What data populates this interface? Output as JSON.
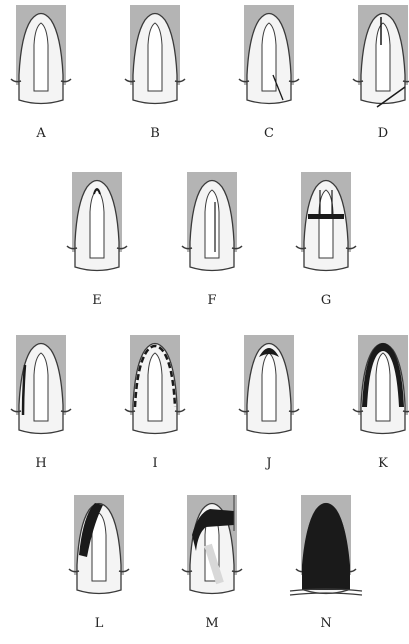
{
  "figure": {
    "colors": {
      "background": "#ffffff",
      "gray_fill": "#b4b4b4",
      "ink": "#1a1a1a",
      "outline": "#3a3a3a",
      "light_fill": "#f4f4f4",
      "mid_fill": "#d8d8d8"
    },
    "panels": [
      {
        "label": "A",
        "variant": "outline"
      },
      {
        "label": "B",
        "variant": "outline"
      },
      {
        "label": "C",
        "variant": "outline-crack"
      },
      {
        "label": "D",
        "variant": "outline-diagonal"
      },
      {
        "label": "E",
        "variant": "outline-tip"
      },
      {
        "label": "F",
        "variant": "outline-vertical"
      },
      {
        "label": "G",
        "variant": "band"
      },
      {
        "label": "H",
        "variant": "outline-side"
      },
      {
        "label": "I",
        "variant": "dashed-rim"
      },
      {
        "label": "J",
        "variant": "dark-cap"
      },
      {
        "label": "K",
        "variant": "dark-arc"
      },
      {
        "label": "L",
        "variant": "dark-wedge"
      },
      {
        "label": "M",
        "variant": "dark-slab"
      },
      {
        "label": "N",
        "variant": "solid-dark"
      }
    ]
  }
}
